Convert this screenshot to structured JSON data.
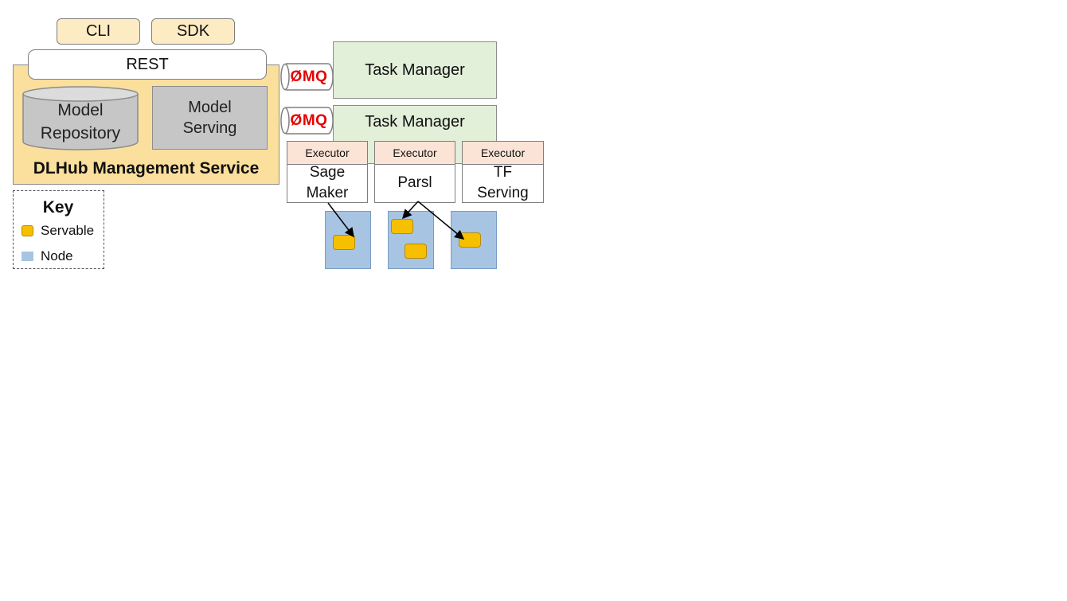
{
  "clients": {
    "cli_label": "CLI",
    "sdk_label": "SDK"
  },
  "rest_label": "REST",
  "management_service": {
    "title": "DLHub Management Service",
    "repository_line1": "Model",
    "repository_line2": "Repository",
    "serving_line1": "Model",
    "serving_line2": "Serving"
  },
  "zmq_label": "ØMQ",
  "task_managers": [
    "Task Manager",
    "Task Manager"
  ],
  "executors": [
    {
      "header": "Executor",
      "line1": "Sage",
      "line2": "Maker"
    },
    {
      "header": "Executor",
      "line1": "Parsl",
      "line2": ""
    },
    {
      "header": "Executor",
      "line1": "TF",
      "line2": "Serving"
    }
  ],
  "key": {
    "title": "Key",
    "servable_label": "Servable",
    "node_label": "Node"
  },
  "colors": {
    "client_fill": "#fdebc4",
    "management_fill": "#fbdf9c",
    "serving_fill": "#c6c6c6",
    "task_manager_fill": "#e2efd9",
    "executor_header_fill": "#fbe3d6",
    "node_fill": "#a8c4e3",
    "servable_fill": "#f6c000",
    "zmq_text": "#e60000"
  }
}
